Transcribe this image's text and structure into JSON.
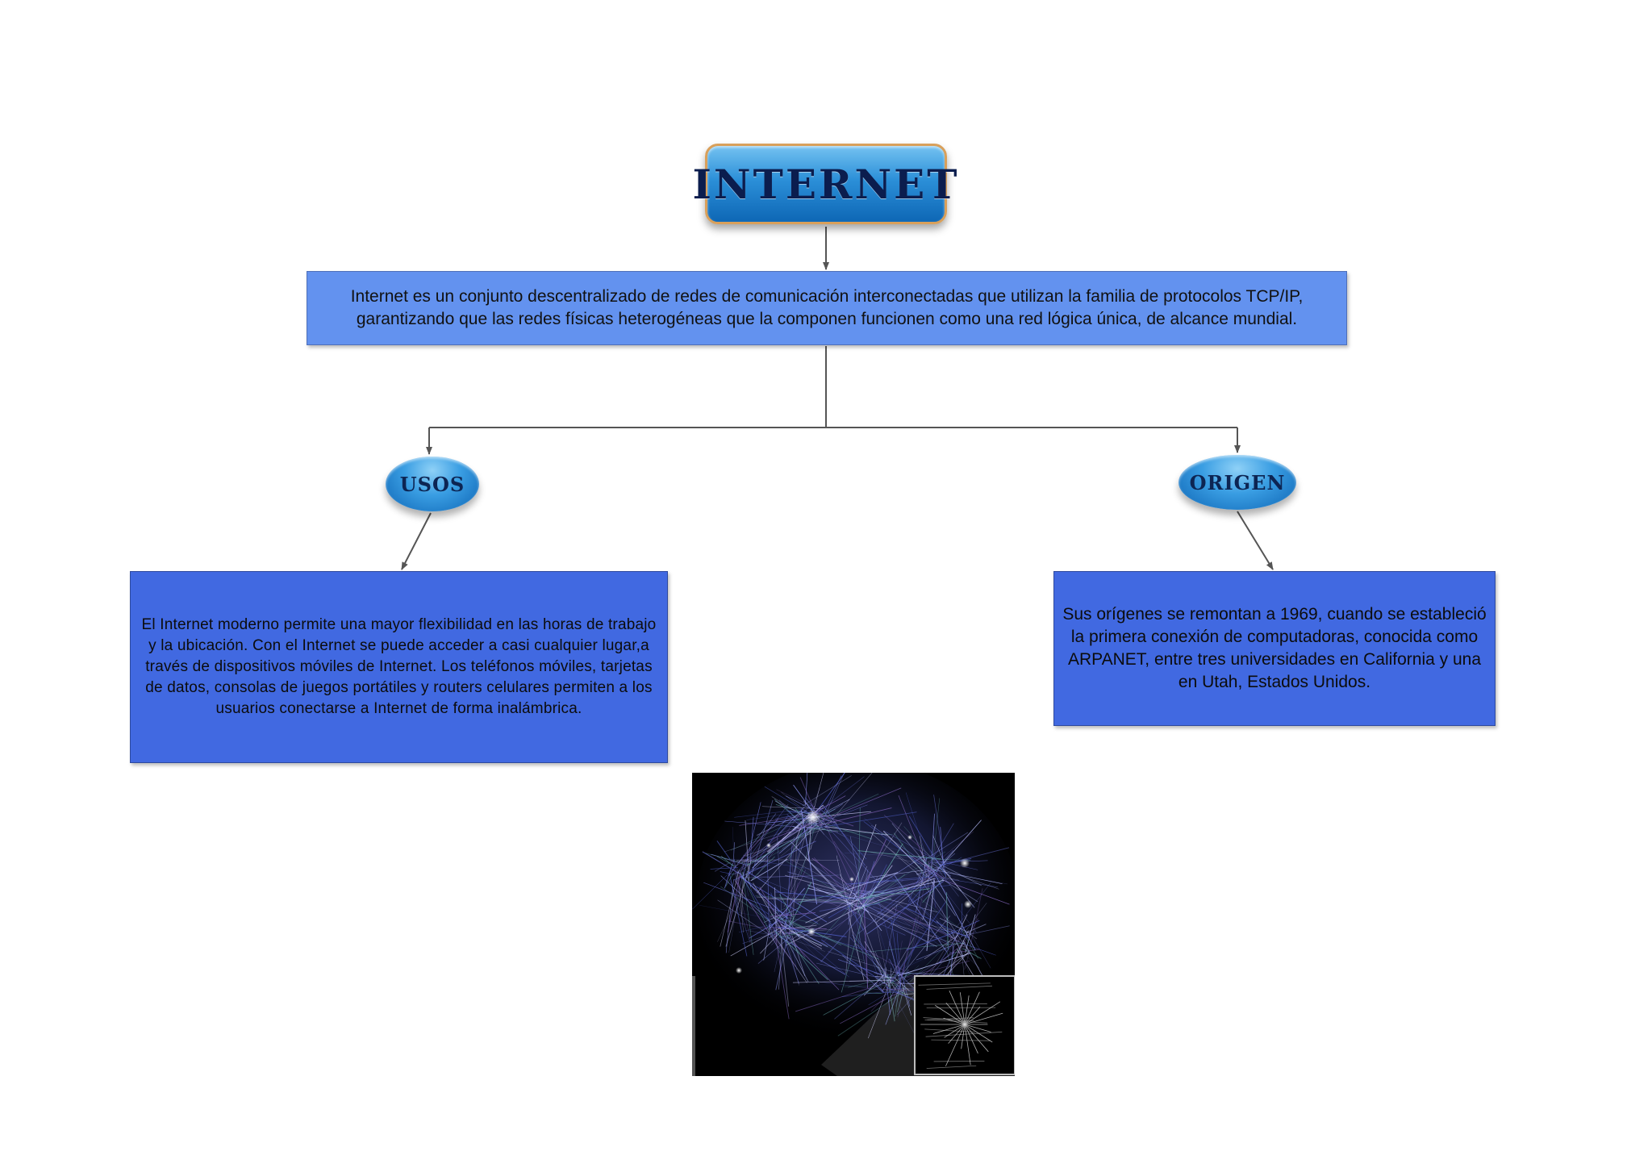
{
  "title": "INTERNET",
  "definition": "Internet es un conjunto descentralizado de redes de comunicación interconectadas que utilizan la familia de protocolos TCP/IP, garantizando que las redes físicas heterogéneas que la componen funcionen como una red lógica única, de alcance mundial.",
  "branches": [
    {
      "label": "USOS",
      "text": "El Internet moderno permite una mayor flexibilidad en las horas de trabajo y la ubicación. Con el Internet se puede acceder a casi cualquier lugar,a través de dispositivos móviles de Internet. Los teléfonos móviles, tarjetas de datos, consolas de juegos portátiles y routers celulares permiten a los usuarios conectarse a Internet de forma inalámbrica."
    },
    {
      "label": "ORIGEN",
      "text": "Sus orígenes se remontan a 1969, cuando se estableció la primera conexión de computadoras, conocida como ARPANET, entre tres universidades en California y una en Utah, Estados Unidos."
    }
  ],
  "colors": {
    "definition_box": "#6392ef",
    "branch_box": "#4169e1",
    "connector": "#555555",
    "title_border": "#d9a05b"
  },
  "image": {
    "icon": "internet-network-map-image"
  }
}
